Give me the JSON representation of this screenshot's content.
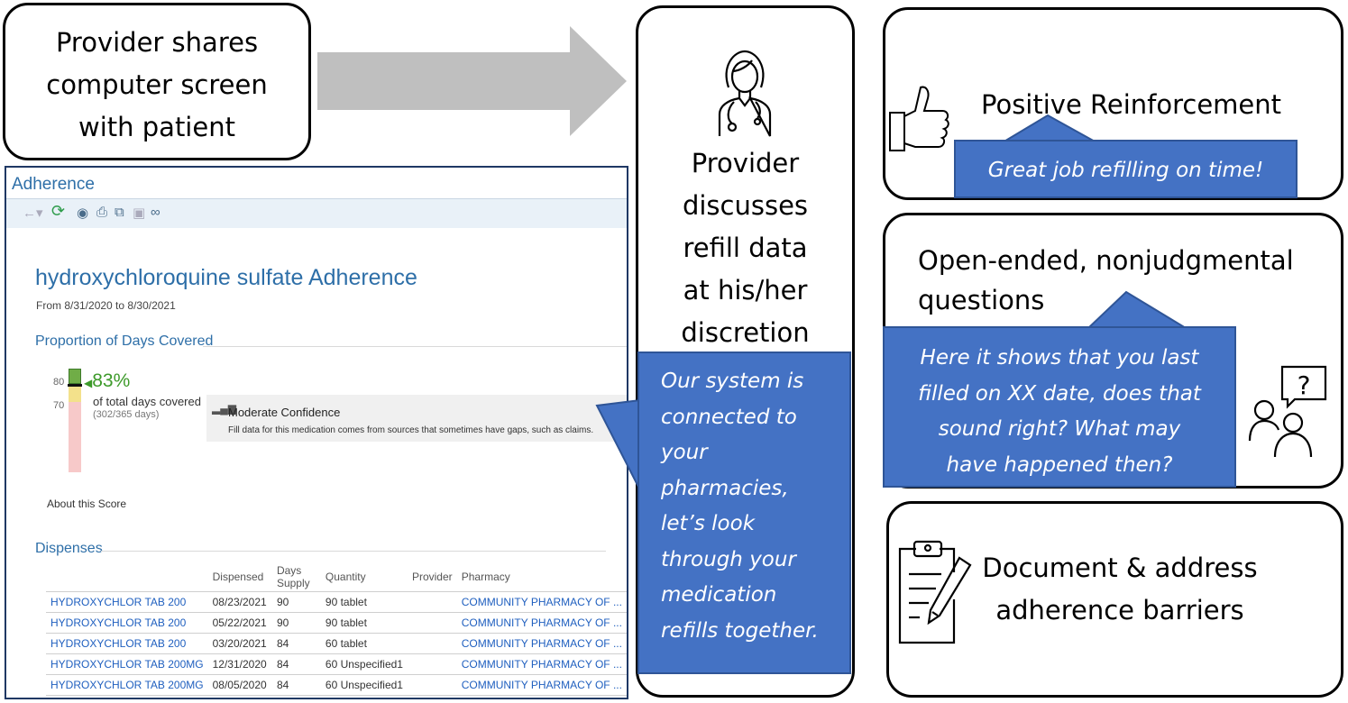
{
  "step1": {
    "text_lines": [
      "Provider shares",
      "computer screen",
      "with patient"
    ]
  },
  "step2": {
    "text_lines": [
      "Provider",
      "discusses",
      "refill data",
      "at his/her",
      "discretion"
    ],
    "callout_lines": [
      "Our system is",
      "connected to",
      "your",
      "pharmacies,",
      "let’s look",
      "through your",
      "medication",
      "refills together."
    ]
  },
  "panel_positive": {
    "heading": "Positive Reinforcement",
    "callout": "Great job refilling on time!",
    "icon": "thumbs-up-icon"
  },
  "panel_open": {
    "heading_lines": [
      "Open-ended, nonjudgmental",
      "questions"
    ],
    "callout_lines": [
      "Here it shows that you last",
      "filled on XX date, does that",
      "sound right? What may",
      "have happened then?"
    ],
    "icon_glyph": "?"
  },
  "panel_document": {
    "heading_lines": [
      "Document & address",
      "adherence barriers"
    ],
    "icon": "clipboard-pencil-icon"
  },
  "ehr": {
    "window_title": "Adherence",
    "drug_title": "hydroxychloroquine sulfate Adherence",
    "date_range": "From 8/31/2020 to 8/30/2021",
    "pdc_heading": "Proportion of Days Covered",
    "tick_80": "80",
    "tick_70": "70",
    "pdc_value": "83%",
    "pdc_percent": 83,
    "pdc_label": "of total days covered",
    "pdc_days": "(302/365 days)",
    "confidence_title": "Moderate Confidence",
    "confidence_text": "Fill data for this medication comes from sources that sometimes have gaps, such as claims.",
    "about_link": "About this Score",
    "dispenses_heading": "Dispenses",
    "columns": [
      "",
      "Dispensed",
      "Days Supply",
      "Quantity",
      "Provider",
      "Pharmacy"
    ],
    "rows": [
      [
        "HYDROXYCHLOR TAB 200",
        "08/23/2021",
        "90",
        "90 tablet",
        "",
        "COMMUNITY PHARMACY OF ..."
      ],
      [
        "HYDROXYCHLOR TAB 200",
        "05/22/2021",
        "90",
        "90 tablet",
        "",
        "COMMUNITY PHARMACY OF ..."
      ],
      [
        "HYDROXYCHLOR TAB 200",
        "03/20/2021",
        "84",
        "60 tablet",
        "",
        "COMMUNITY PHARMACY OF ..."
      ],
      [
        "HYDROXYCHLOR TAB 200MG",
        "12/31/2020",
        "84",
        "60 Unspecified1",
        "",
        "COMMUNITY PHARMACY OF ..."
      ],
      [
        "HYDROXYCHLOR TAB 200MG",
        "08/05/2020",
        "84",
        "60 Unspecified1",
        "",
        "COMMUNITY PHARMACY OF ..."
      ]
    ]
  },
  "colors": {
    "callout_fill": "#4472c4",
    "arrow": "#bfbfbf",
    "ehr_blue": "#2e6fa8",
    "gauge_green": "#70ad47"
  }
}
